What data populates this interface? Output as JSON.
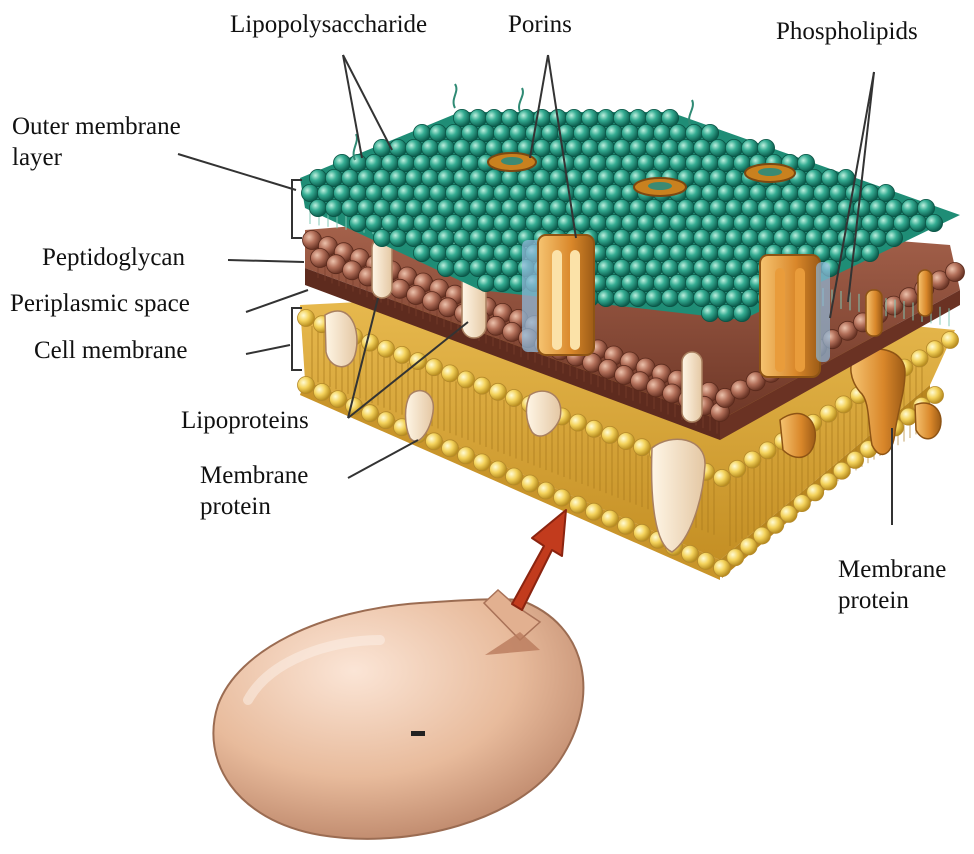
{
  "labels": {
    "lipopolysaccharide": "Lipopolysaccharide",
    "porins": "Porins",
    "phospholipids": "Phospholipids",
    "outer_membrane_line1": "Outer membrane",
    "outer_membrane_line2": "layer",
    "peptidoglycan": "Peptidoglycan",
    "periplasmic_space": "Periplasmic space",
    "cell_membrane": "Cell membrane",
    "lipoproteins": "Lipoproteins",
    "membrane_protein_left_line1": "Membrane",
    "membrane_protein_left_line2": "protein",
    "membrane_protein_right_line1": "Membrane",
    "membrane_protein_right_line2": "protein"
  },
  "colors": {
    "outer_membrane_spheres": "#2fa58c",
    "peptidoglycan_layer": "#9a5a44",
    "cell_membrane_layer": "#e3b24a",
    "membrane_spheres": "#f0cf58",
    "protein": "#d98a2a",
    "lipoprotein": "#f3dfc0",
    "arrow": "#c23b1d",
    "cell": "#e9bfa2",
    "leader_line": "#333333"
  }
}
